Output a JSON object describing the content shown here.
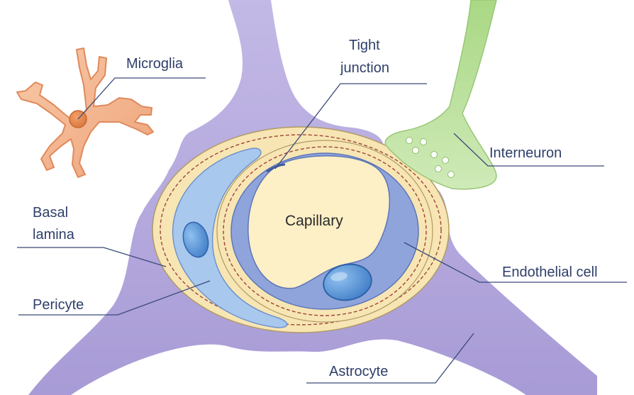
{
  "labels": {
    "microglia": "Microglia",
    "tight_junction_line1": "Tight",
    "tight_junction_line2": "junction",
    "interneuron": "Interneuron",
    "basal_lamina_line1": "Basal",
    "basal_lamina_line2": "lamina",
    "capillary": "Capillary",
    "endothelial_cell": "Endothelial cell",
    "pericyte": "Pericyte",
    "astrocyte": "Astrocyte"
  },
  "colors": {
    "astrocyte": "#b3a7dc",
    "basal_lamina": "#f7e6b4",
    "capillary_lumen": "#fdefc6",
    "endothelial": "#8fa4db",
    "pericyte": "#a9c8ee",
    "microglia": "#f4b68d",
    "interneuron": "#b8df96",
    "text": "#2f3f6a"
  }
}
